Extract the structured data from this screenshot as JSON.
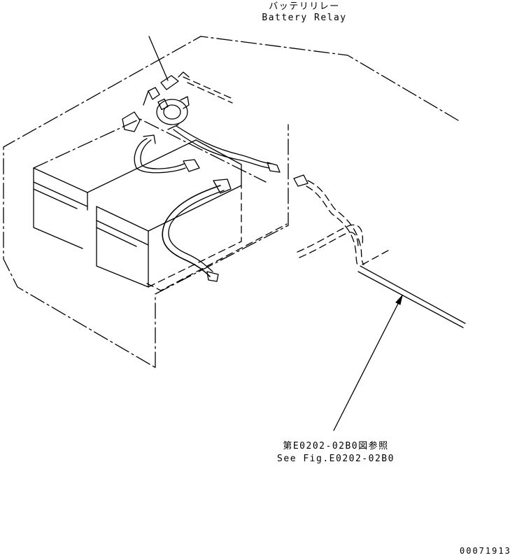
{
  "labels": {
    "relay_jp": "バッテリリレー",
    "relay_en": "Battery Relay",
    "ref_jp": "第E0202-02B0図参照",
    "ref_en": "See Fig.E0202-02B0",
    "drawing_no": "00071913"
  }
}
